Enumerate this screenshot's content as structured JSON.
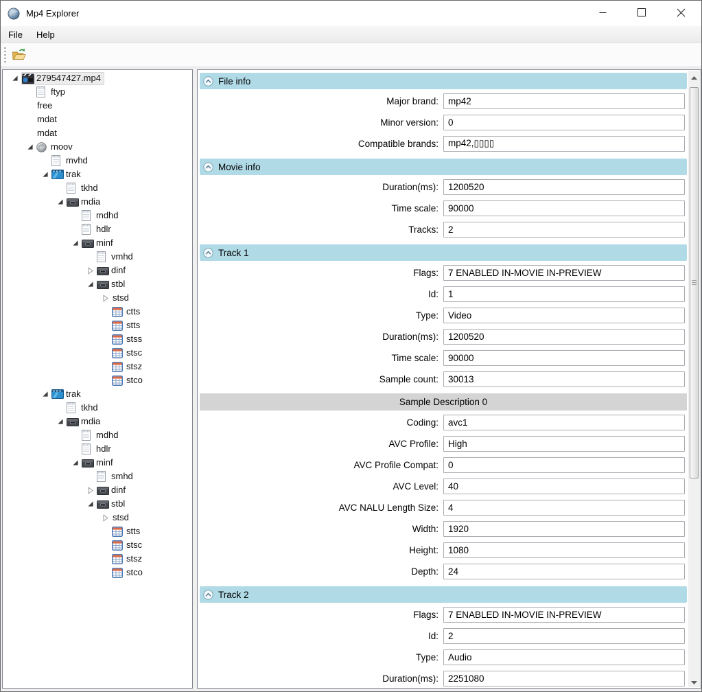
{
  "window": {
    "title": "Mp4 Explorer",
    "app_icon": "globe-icon",
    "controls": [
      {
        "name": "minimize-button",
        "icon": "minimize-icon"
      },
      {
        "name": "maximize-button",
        "icon": "maximize-icon"
      },
      {
        "name": "close-button",
        "icon": "close-icon"
      }
    ]
  },
  "menu": {
    "items": [
      {
        "label": "File"
      },
      {
        "label": "Help"
      }
    ]
  },
  "toolbar": {
    "buttons": [
      {
        "name": "open-file-button",
        "icon": "open-folder-icon"
      }
    ]
  },
  "tree": {
    "items": [
      {
        "label": "279547427.mp4",
        "depth": 0,
        "icon": "movie-icon",
        "expander": "expanded",
        "selected": true
      },
      {
        "label": "ftyp",
        "depth": 1,
        "icon": "doc-icon",
        "expander": "none"
      },
      {
        "label": "free",
        "depth": 1,
        "icon": null,
        "expander": "none"
      },
      {
        "label": "mdat",
        "depth": 1,
        "icon": null,
        "expander": "none"
      },
      {
        "label": "mdat",
        "depth": 1,
        "icon": null,
        "expander": "none"
      },
      {
        "label": "moov",
        "depth": 1,
        "icon": "globe-gray-icon",
        "expander": "expanded"
      },
      {
        "label": "mvhd",
        "depth": 2,
        "icon": "doc-icon",
        "expander": "none"
      },
      {
        "label": "trak",
        "depth": 2,
        "icon": "film-icon",
        "expander": "expanded"
      },
      {
        "label": "tkhd",
        "depth": 3,
        "icon": "doc-icon",
        "expander": "none"
      },
      {
        "label": "mdia",
        "depth": 3,
        "icon": "box-icon",
        "expander": "expanded"
      },
      {
        "label": "mdhd",
        "depth": 4,
        "icon": "doc-icon",
        "expander": "none"
      },
      {
        "label": "hdlr",
        "depth": 4,
        "icon": "doc-icon",
        "expander": "none"
      },
      {
        "label": "minf",
        "depth": 4,
        "icon": "box-icon",
        "expander": "expanded"
      },
      {
        "label": "vmhd",
        "depth": 5,
        "icon": "doc-icon",
        "expander": "none"
      },
      {
        "label": "dinf",
        "depth": 5,
        "icon": "box-icon",
        "expander": "collapsed"
      },
      {
        "label": "stbl",
        "depth": 5,
        "icon": "box-icon",
        "expander": "expanded"
      },
      {
        "label": "stsd",
        "depth": 6,
        "icon": null,
        "expander": "collapsed"
      },
      {
        "label": "ctts",
        "depth": 6,
        "icon": "table-icon",
        "expander": "none"
      },
      {
        "label": "stts",
        "depth": 6,
        "icon": "table-icon",
        "expander": "none"
      },
      {
        "label": "stss",
        "depth": 6,
        "icon": "table-icon",
        "expander": "none"
      },
      {
        "label": "stsc",
        "depth": 6,
        "icon": "table-icon",
        "expander": "none"
      },
      {
        "label": "stsz",
        "depth": 6,
        "icon": "table-icon",
        "expander": "none"
      },
      {
        "label": "stco",
        "depth": 6,
        "icon": "table-icon",
        "expander": "none"
      },
      {
        "label": "trak",
        "depth": 2,
        "icon": "film-icon",
        "expander": "expanded"
      },
      {
        "label": "tkhd",
        "depth": 3,
        "icon": "doc-icon",
        "expander": "none"
      },
      {
        "label": "mdia",
        "depth": 3,
        "icon": "box-icon",
        "expander": "expanded"
      },
      {
        "label": "mdhd",
        "depth": 4,
        "icon": "doc-icon",
        "expander": "none"
      },
      {
        "label": "hdlr",
        "depth": 4,
        "icon": "doc-icon",
        "expander": "none"
      },
      {
        "label": "minf",
        "depth": 4,
        "icon": "box-icon",
        "expander": "expanded"
      },
      {
        "label": "smhd",
        "depth": 5,
        "icon": "doc-icon",
        "expander": "none"
      },
      {
        "label": "dinf",
        "depth": 5,
        "icon": "box-icon",
        "expander": "collapsed"
      },
      {
        "label": "stbl",
        "depth": 5,
        "icon": "box-icon",
        "expander": "expanded"
      },
      {
        "label": "stsd",
        "depth": 6,
        "icon": null,
        "expander": "collapsed"
      },
      {
        "label": "stts",
        "depth": 6,
        "icon": "table-icon",
        "expander": "none"
      },
      {
        "label": "stsc",
        "depth": 6,
        "icon": "table-icon",
        "expander": "none"
      },
      {
        "label": "stsz",
        "depth": 6,
        "icon": "table-icon",
        "expander": "none"
      },
      {
        "label": "stco",
        "depth": 6,
        "icon": "table-icon",
        "expander": "none"
      }
    ]
  },
  "panel": {
    "header_color": "#b1dae7",
    "subheader_color": "#d4d4d4",
    "collapse_icon": "chevron-up-icon",
    "blocks": [
      {
        "type": "section",
        "title": "File info",
        "fields": [
          {
            "label": "Major brand:",
            "value": "mp42"
          },
          {
            "label": "Minor version:",
            "value": "0"
          },
          {
            "label": "Compatible brands:",
            "value": "mp42,▯▯▯▯"
          }
        ]
      },
      {
        "type": "section",
        "title": "Movie info",
        "fields": [
          {
            "label": "Duration(ms):",
            "value": "1200520"
          },
          {
            "label": "Time scale:",
            "value": "90000"
          },
          {
            "label": "Tracks:",
            "value": "2"
          }
        ]
      },
      {
        "type": "section",
        "title": "Track 1",
        "fields": [
          {
            "label": "Flags:",
            "value": "7 ENABLED IN-MOVIE IN-PREVIEW"
          },
          {
            "label": "Id:",
            "value": "1"
          },
          {
            "label": "Type:",
            "value": "Video"
          },
          {
            "label": "Duration(ms):",
            "value": "1200520"
          },
          {
            "label": "Time scale:",
            "value": "90000"
          },
          {
            "label": "Sample count:",
            "value": "30013"
          }
        ]
      },
      {
        "type": "subheader",
        "title": "Sample Description 0"
      },
      {
        "type": "fields",
        "fields": [
          {
            "label": "Coding:",
            "value": "avc1"
          },
          {
            "label": "AVC Profile:",
            "value": "High"
          },
          {
            "label": "AVC Profile Compat:",
            "value": "0"
          },
          {
            "label": "AVC Level:",
            "value": "40"
          },
          {
            "label": "AVC NALU Length Size:",
            "value": "4"
          },
          {
            "label": "Width:",
            "value": "1920"
          },
          {
            "label": "Height:",
            "value": "1080"
          },
          {
            "label": "Depth:",
            "value": "24"
          }
        ]
      },
      {
        "type": "section",
        "title": "Track 2",
        "fields": [
          {
            "label": "Flags:",
            "value": "7 ENABLED IN-MOVIE IN-PREVIEW"
          },
          {
            "label": "Id:",
            "value": "2"
          },
          {
            "label": "Type:",
            "value": "Audio"
          },
          {
            "label": "Duration(ms):",
            "value": "2251080"
          }
        ]
      }
    ]
  }
}
